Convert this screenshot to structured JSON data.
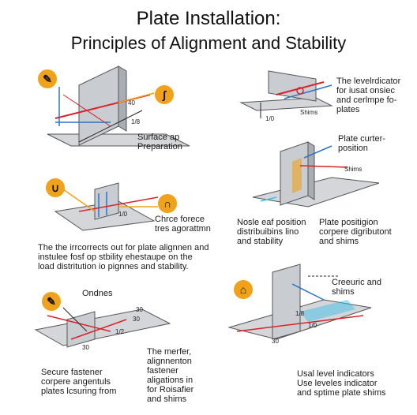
{
  "title": {
    "line1": "Plate Installation:",
    "line2": "Principles of Alignment and Stability"
  },
  "panels": {
    "p1": {
      "labels": [
        "40",
        "1/8"
      ],
      "caption": [
        "Surface ap",
        "Preparation"
      ],
      "icons": [
        "wrench-icon",
        "level-icon"
      ]
    },
    "p2": {
      "labels": [
        "1/0"
      ],
      "caption": [
        "The levelrdicator",
        "for iusat onsiec",
        "and cerlmpe fo-",
        "plates"
      ],
      "sub": "Shims"
    },
    "p3": {
      "labels": [
        "1/0"
      ],
      "caption": [
        "Chrce forece",
        "tres agorattmn"
      ],
      "icons": [
        "clamp-icon",
        "arch-icon"
      ]
    },
    "p4": {
      "caption_top": [
        "Plate curter-",
        "position"
      ],
      "sub": "Shims",
      "caption_left": [
        "Nosle eaf position",
        "distribuibins lino",
        "and stability"
      ],
      "caption_right": [
        "Plate positigion",
        "corpere digributont",
        "and shims"
      ]
    },
    "p5": {
      "caption": [
        "The the irrcorrects out for plate alignnen and",
        "instulee fosf op stbility ehestaupe on the",
        "load distritution io pignnes and stability."
      ]
    },
    "p6": {
      "top": "Ondnes",
      "labels": [
        "30",
        "30",
        "1/2",
        "30"
      ],
      "caption_left": [
        "Secure fastener",
        "corpere angentuls",
        "plates lcsuring from"
      ],
      "caption_right": [
        "The merfer,",
        "alignnenton",
        "fastener",
        "aligations in",
        "for Roisafier",
        "and shims"
      ],
      "icons": [
        "wrench-icon"
      ]
    },
    "p7": {
      "caption_top": [
        "Creeuric and",
        "shims"
      ],
      "labels": [
        "1/8",
        "1/0",
        "30"
      ],
      "caption_bottom": [
        "Usal level indicators",
        "Use leveles indicator",
        "and sptime plate shims"
      ],
      "icons": [
        "hardhat-icon"
      ]
    }
  },
  "colors": {
    "plate": "#c9ccd1",
    "plate_dark": "#a9adb4",
    "base": "#d4d6da",
    "red": "#d8232a",
    "blue": "#2a74c9",
    "orange": "#f0a21a",
    "cyan": "#3fc0e8"
  }
}
